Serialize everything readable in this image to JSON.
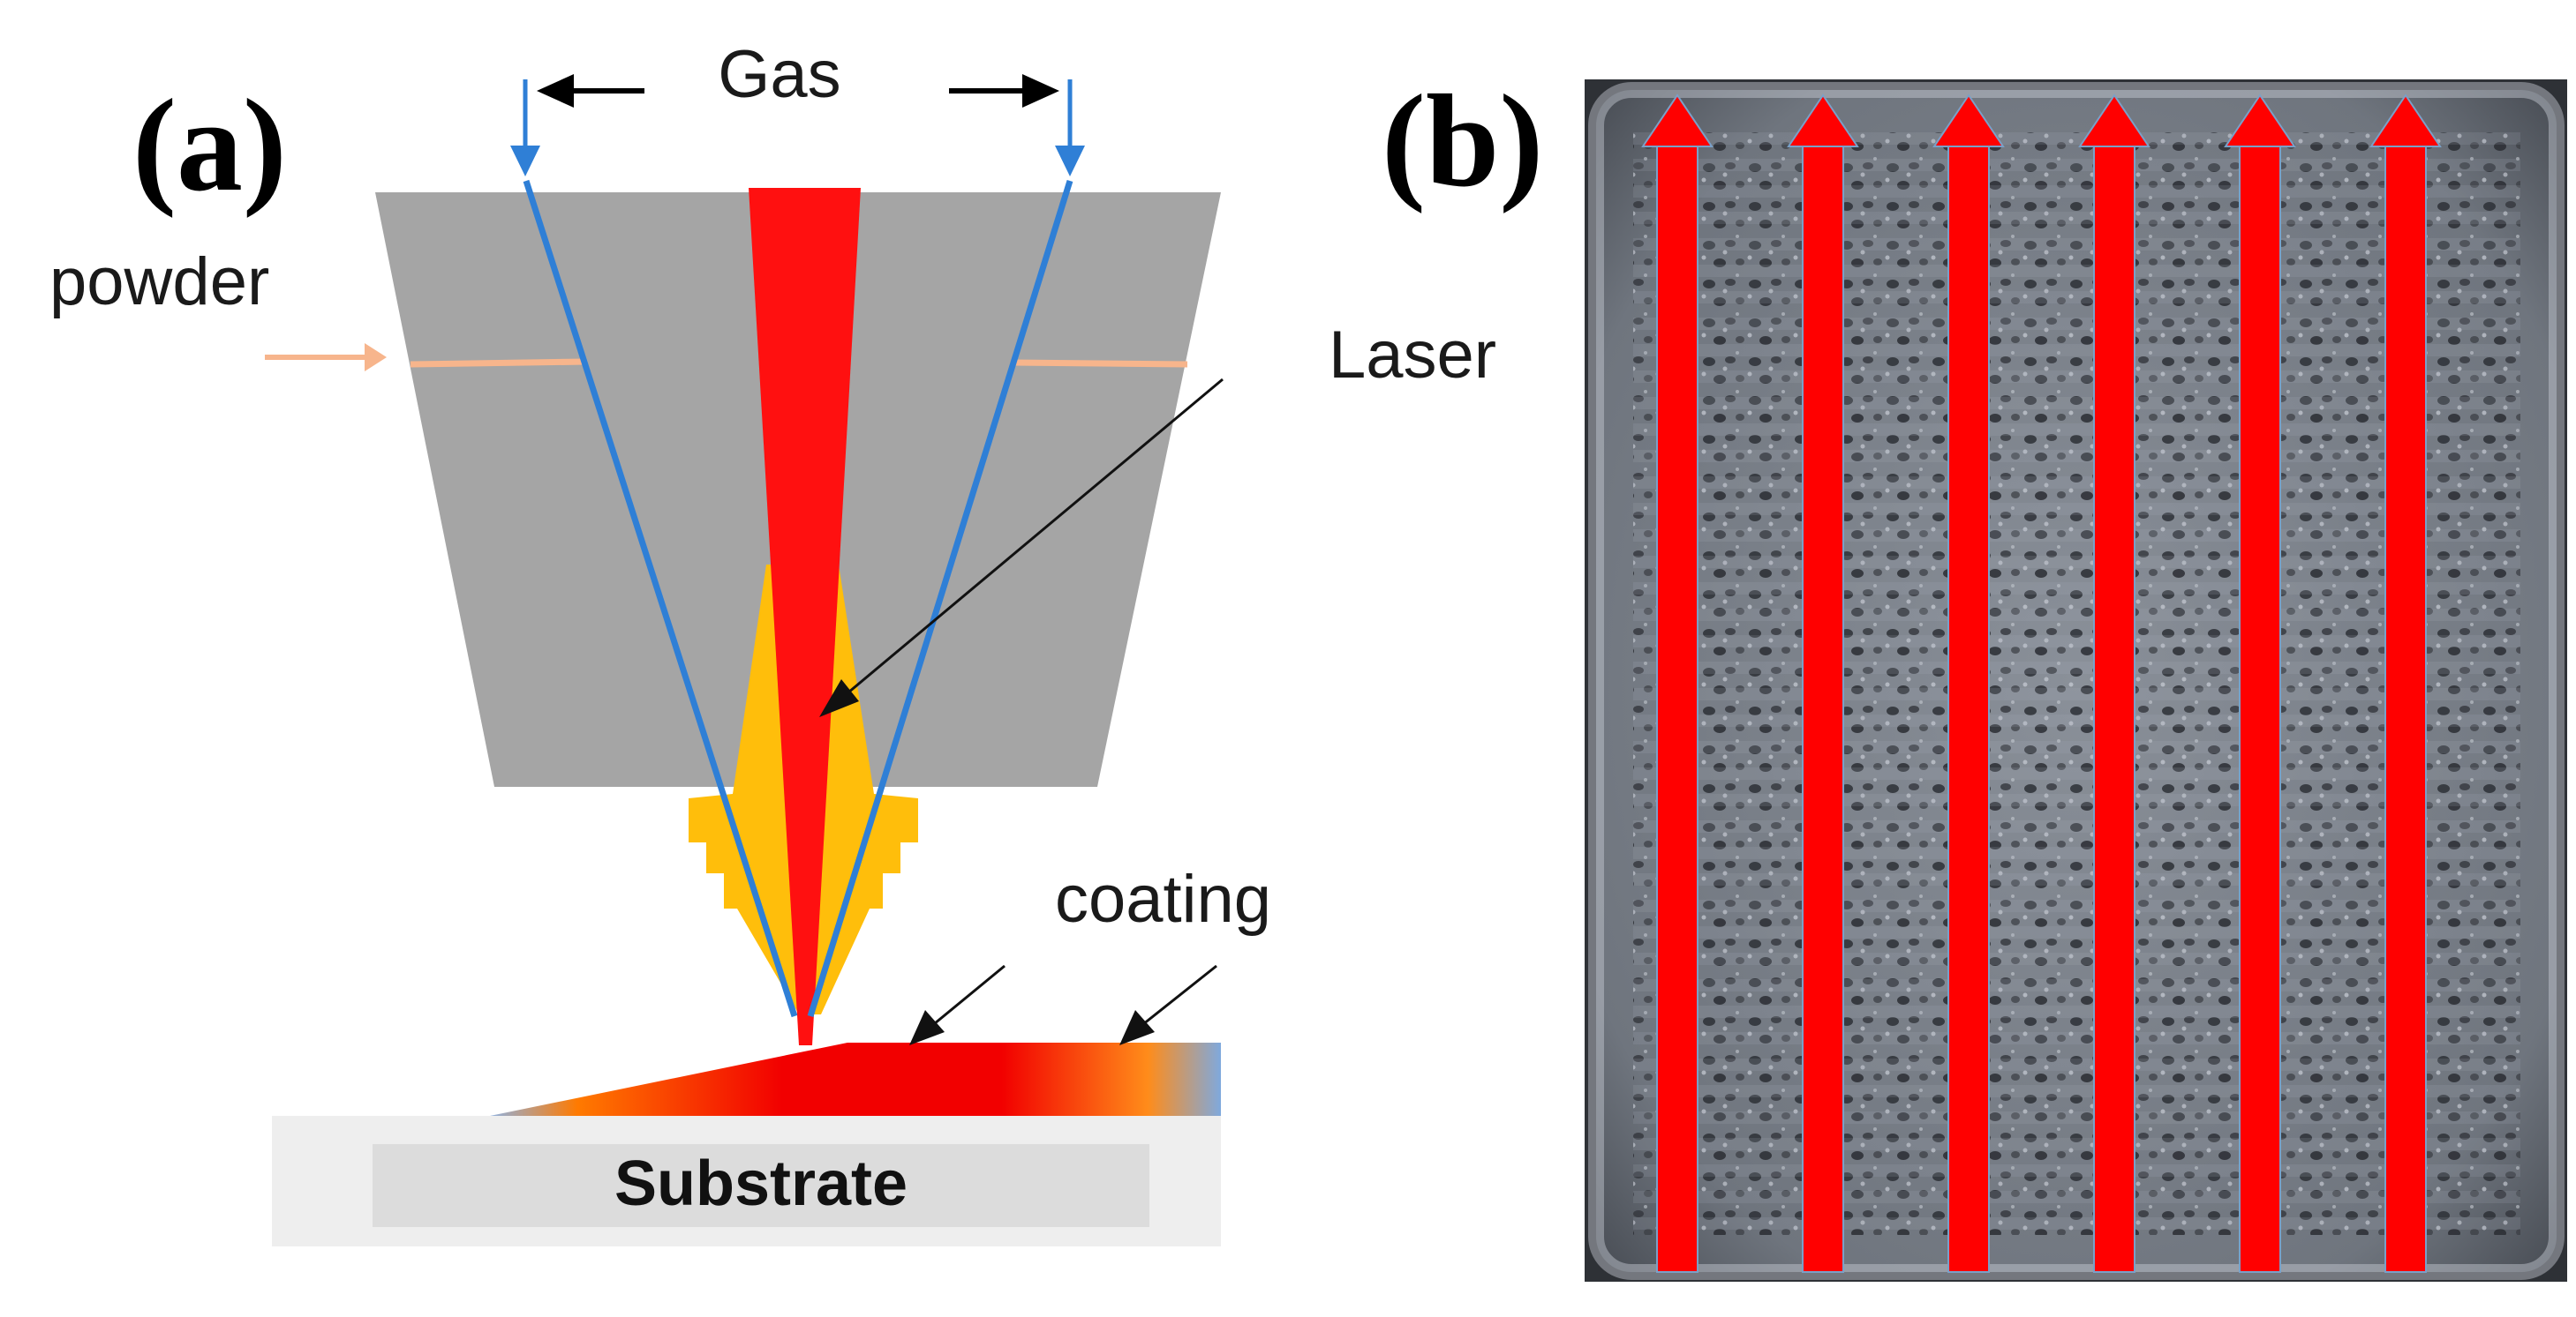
{
  "panels": {
    "a": {
      "label": "(a)"
    },
    "b": {
      "label": "(b)"
    }
  },
  "diagram": {
    "gas_label": "Gas",
    "powder_label": "powder",
    "laser_label": "Laser",
    "coating_label": "coating",
    "substrate_label": "Substrate"
  },
  "photo": {
    "scan_track_count": 6,
    "arrow_direction": "up"
  },
  "colors": {
    "nozzle_gray": "#a5a5a5",
    "gas_blue": "#2f7fd6",
    "powder_orange": "#f7b58c",
    "laser_red": "#ff1010",
    "powder_stream_yellow": "#ffbe0b",
    "coating_red": "#f20000",
    "substrate_light": "#eeeeee",
    "substrate_dark": "#dcdcdc",
    "photo_base": "#7b8189",
    "scan_arrow_red": "#ff0000"
  }
}
